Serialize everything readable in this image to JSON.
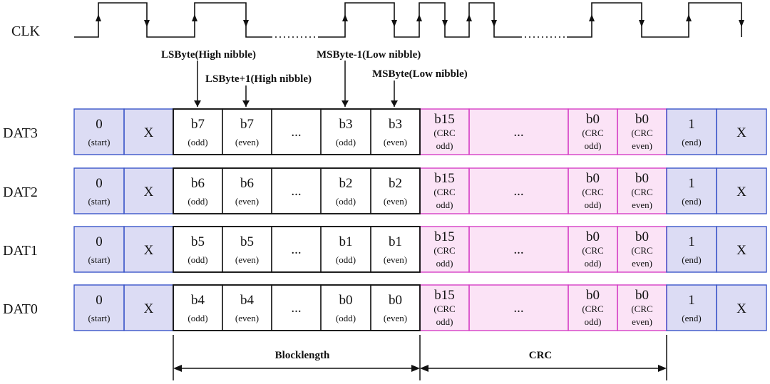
{
  "clock_label": "CLK",
  "lanes": [
    {
      "name": "DAT3",
      "cells": [
        {
          "kind": "frame",
          "main": "0",
          "sub": "(start)"
        },
        {
          "kind": "frame",
          "main": "X"
        },
        {
          "kind": "data",
          "main": "b7",
          "sub": "(odd)"
        },
        {
          "kind": "data",
          "main": "b7",
          "sub": "(even)"
        },
        {
          "kind": "data",
          "main": "..."
        },
        {
          "kind": "data",
          "main": "b3",
          "sub": "(odd)"
        },
        {
          "kind": "data",
          "main": "b3",
          "sub": "(even)"
        },
        {
          "kind": "crc",
          "main": "b15",
          "sub1": "(CRC",
          "sub2": "odd)"
        },
        {
          "kind": "crc",
          "main": "..."
        },
        {
          "kind": "crc",
          "main": "b0",
          "sub1": "(CRC",
          "sub2": "odd)"
        },
        {
          "kind": "crc",
          "main": "b0",
          "sub1": "(CRC",
          "sub2": "even)"
        },
        {
          "kind": "frame",
          "main": "1",
          "sub": "(end)"
        },
        {
          "kind": "frame",
          "main": "X"
        }
      ]
    },
    {
      "name": "DAT2",
      "cells": [
        {
          "kind": "frame",
          "main": "0",
          "sub": "(start)"
        },
        {
          "kind": "frame",
          "main": "X"
        },
        {
          "kind": "data",
          "main": "b6",
          "sub": "(odd)"
        },
        {
          "kind": "data",
          "main": "b6",
          "sub": "(even)"
        },
        {
          "kind": "data",
          "main": "..."
        },
        {
          "kind": "data",
          "main": "b2",
          "sub": "(odd)"
        },
        {
          "kind": "data",
          "main": "b2",
          "sub": "(even)"
        },
        {
          "kind": "crc",
          "main": "b15",
          "sub1": "(CRC",
          "sub2": "odd)"
        },
        {
          "kind": "crc",
          "main": "..."
        },
        {
          "kind": "crc",
          "main": "b0",
          "sub1": "(CRC",
          "sub2": "odd)"
        },
        {
          "kind": "crc",
          "main": "b0",
          "sub1": "(CRC",
          "sub2": "even)"
        },
        {
          "kind": "frame",
          "main": "1",
          "sub": "(end)"
        },
        {
          "kind": "frame",
          "main": "X"
        }
      ]
    },
    {
      "name": "DAT1",
      "cells": [
        {
          "kind": "frame",
          "main": "0",
          "sub": "(start)"
        },
        {
          "kind": "frame",
          "main": "X"
        },
        {
          "kind": "data",
          "main": "b5",
          "sub": "(odd)"
        },
        {
          "kind": "data",
          "main": "b5",
          "sub": "(even)"
        },
        {
          "kind": "data",
          "main": "..."
        },
        {
          "kind": "data",
          "main": "b1",
          "sub": "(odd)"
        },
        {
          "kind": "data",
          "main": "b1",
          "sub": "(even)"
        },
        {
          "kind": "crc",
          "main": "b15",
          "sub1": "(CRC",
          "sub2": "odd)"
        },
        {
          "kind": "crc",
          "main": "..."
        },
        {
          "kind": "crc",
          "main": "b0",
          "sub1": "(CRC",
          "sub2": "odd)"
        },
        {
          "kind": "crc",
          "main": "b0",
          "sub1": "(CRC",
          "sub2": "even)"
        },
        {
          "kind": "frame",
          "main": "1",
          "sub": "(end)"
        },
        {
          "kind": "frame",
          "main": "X"
        }
      ]
    },
    {
      "name": "DAT0",
      "cells": [
        {
          "kind": "frame",
          "main": "0",
          "sub": "(start)"
        },
        {
          "kind": "frame",
          "main": "X"
        },
        {
          "kind": "data",
          "main": "b4",
          "sub": "(odd)"
        },
        {
          "kind": "data",
          "main": "b4",
          "sub": "(even)"
        },
        {
          "kind": "data",
          "main": "..."
        },
        {
          "kind": "data",
          "main": "b0",
          "sub": "(odd)"
        },
        {
          "kind": "data",
          "main": "b0",
          "sub": "(even)"
        },
        {
          "kind": "crc",
          "main": "b15",
          "sub1": "(CRC",
          "sub2": "odd)"
        },
        {
          "kind": "crc",
          "main": "..."
        },
        {
          "kind": "crc",
          "main": "b0",
          "sub1": "(CRC",
          "sub2": "odd)"
        },
        {
          "kind": "crc",
          "main": "b0",
          "sub1": "(CRC",
          "sub2": "even)"
        },
        {
          "kind": "frame",
          "main": "1",
          "sub": "(end)"
        },
        {
          "kind": "frame",
          "main": "X"
        }
      ]
    }
  ],
  "annotations": {
    "lsbyte_high": "LSByte(High nibble)",
    "lsbyte1_high": "LSByte+1(High nibble)",
    "msbyte1_low": "MSByte-1(Low nibble)",
    "msbyte_low": "MSByte(Low nibble)"
  },
  "spans": {
    "blocklength": "Blocklength",
    "crc": "CRC"
  },
  "colors": {
    "frame_fill": "#dcdcf4",
    "frame_stroke": "#3b55c9",
    "data_fill": "#ffffff",
    "data_stroke": "#111111",
    "crc_fill": "#fbe3f6",
    "crc_stroke": "#d63fc6",
    "line": "#111111"
  }
}
